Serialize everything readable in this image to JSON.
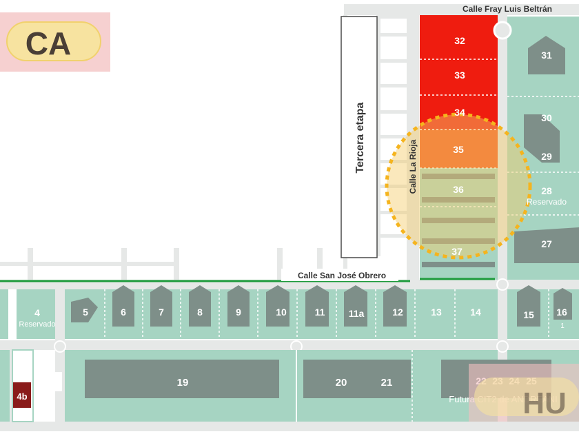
{
  "colors": {
    "lot_green": "#a6d4c2",
    "building": "#7e8f89",
    "road": "#e6e8e7",
    "sold_red": "#ef1c0f",
    "highlight_orange": "#f3551c",
    "highlight_ring": "#f5b41e",
    "reserved_dark": "#8a1b1a",
    "street_line": "#1e9b3c",
    "logo_bg": "#f3c0c0",
    "logo_text": "#4a3f36"
  },
  "logos": {
    "top_left": "CA",
    "bottom_right": "HU"
  },
  "streets": {
    "north": "Calle Fray Luis Beltrán",
    "west": "Calle La Rioja",
    "south": "Calle San José Obrero"
  },
  "block_labels": {
    "third_stage": "Tercera etapa",
    "future": "Futura CIT2 de ANDREANI"
  },
  "lots": {
    "l31": "31",
    "l32": "32",
    "l33": "33",
    "l34": "34",
    "l35": "35",
    "l36": "36",
    "l37": "37",
    "l30": "30",
    "l29": "29",
    "l28": "28",
    "l28_note": "Reservado",
    "l27": "27",
    "l4": "4",
    "l4_note": "Reservado",
    "l4b": "4b",
    "l5": "5",
    "l6": "6",
    "l7": "7",
    "l8": "8",
    "l9": "9",
    "l10": "10",
    "l11": "11",
    "l11a": "11a",
    "l12": "12",
    "l13": "13",
    "l14": "14",
    "l15": "15",
    "l16": "16",
    "l16_sub": "1",
    "l19": "19",
    "l20": "20",
    "l21": "21",
    "l22": "22",
    "l23": "23",
    "l24": "24",
    "l25": "25"
  }
}
